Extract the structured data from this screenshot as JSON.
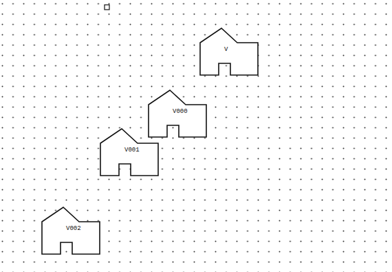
{
  "diagram": {
    "nodes": [
      {
        "text": [
          "V"
        ]
      },
      {
        "text": [
          "V000"
        ]
      },
      {
        "text": [
          "V001"
        ]
      },
      {
        "text": [
          "V002"
        ]
      }
    ]
  }
}
